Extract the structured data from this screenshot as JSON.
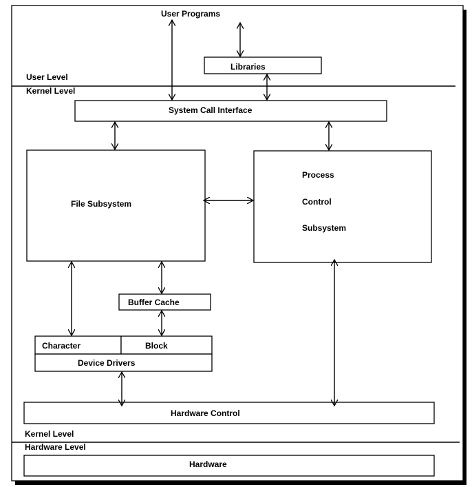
{
  "levels": {
    "user_level": "User Level",
    "kernel_level_top": "Kernel Level",
    "kernel_level_bottom": "Kernel Level",
    "hardware_level": "Hardware Level"
  },
  "nodes": {
    "user_programs": "User Programs",
    "libraries": "Libraries",
    "system_call_interface": "System Call Interface",
    "file_subsystem": "File Subsystem",
    "process_control_subsystem": [
      "Process",
      "Control",
      "Subsystem"
    ],
    "buffer_cache": "Buffer Cache",
    "character": "Character",
    "block": "Block",
    "device_drivers": "Device Drivers",
    "hardware_control": "Hardware Control",
    "hardware": "Hardware"
  }
}
